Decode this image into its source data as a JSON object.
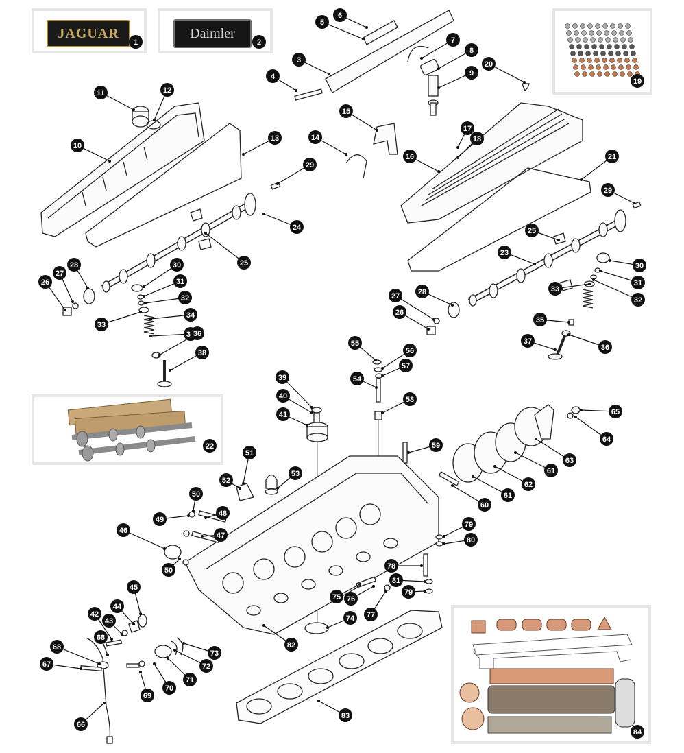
{
  "logos": {
    "jaguar": "JAGUAR",
    "daimler": "Daimler"
  },
  "callouts": [
    {
      "id": "c1",
      "label": "1"
    },
    {
      "id": "c2",
      "label": "2"
    },
    {
      "id": "c3",
      "label": "3"
    },
    {
      "id": "c4",
      "label": "4"
    },
    {
      "id": "c5",
      "label": "5"
    },
    {
      "id": "c6",
      "label": "6"
    },
    {
      "id": "c7",
      "label": "7"
    },
    {
      "id": "c8",
      "label": "8"
    },
    {
      "id": "c9",
      "label": "9"
    },
    {
      "id": "c10",
      "label": "10"
    },
    {
      "id": "c11",
      "label": "11"
    },
    {
      "id": "c12",
      "label": "12"
    },
    {
      "id": "c13",
      "label": "13"
    },
    {
      "id": "c14",
      "label": "14"
    },
    {
      "id": "c15",
      "label": "15"
    },
    {
      "id": "c16",
      "label": "16"
    },
    {
      "id": "c17",
      "label": "17"
    },
    {
      "id": "c18",
      "label": "18"
    },
    {
      "id": "c19",
      "label": "19"
    },
    {
      "id": "c20",
      "label": "20"
    },
    {
      "id": "c21",
      "label": "21"
    },
    {
      "id": "c22",
      "label": "22"
    },
    {
      "id": "c23",
      "label": "23"
    },
    {
      "id": "c24",
      "label": "24"
    },
    {
      "id": "c25a",
      "label": "25"
    },
    {
      "id": "c25b",
      "label": "25"
    },
    {
      "id": "c26a",
      "label": "26"
    },
    {
      "id": "c26b",
      "label": "26"
    },
    {
      "id": "c27a",
      "label": "27"
    },
    {
      "id": "c27b",
      "label": "27"
    },
    {
      "id": "c28a",
      "label": "28"
    },
    {
      "id": "c28b",
      "label": "28"
    },
    {
      "id": "c29a",
      "label": "29"
    },
    {
      "id": "c29b",
      "label": "29"
    },
    {
      "id": "c30a",
      "label": "30"
    },
    {
      "id": "c30b",
      "label": "30"
    },
    {
      "id": "c31a",
      "label": "31"
    },
    {
      "id": "c31b",
      "label": "31"
    },
    {
      "id": "c32a",
      "label": "32"
    },
    {
      "id": "c32b",
      "label": "32"
    },
    {
      "id": "c33a",
      "label": "33"
    },
    {
      "id": "c33b",
      "label": "33"
    },
    {
      "id": "c34a",
      "label": "34"
    },
    {
      "id": "c34b",
      "label": "34"
    },
    {
      "id": "c35",
      "label": "35"
    },
    {
      "id": "c36a",
      "label": "36"
    },
    {
      "id": "c36b",
      "label": "36"
    },
    {
      "id": "c37",
      "label": "37"
    },
    {
      "id": "c38",
      "label": "38"
    },
    {
      "id": "c39",
      "label": "39"
    },
    {
      "id": "c40",
      "label": "40"
    },
    {
      "id": "c41",
      "label": "41"
    },
    {
      "id": "c42",
      "label": "42"
    },
    {
      "id": "c43",
      "label": "43"
    },
    {
      "id": "c44",
      "label": "44"
    },
    {
      "id": "c45",
      "label": "45"
    },
    {
      "id": "c46",
      "label": "46"
    },
    {
      "id": "c47",
      "label": "47"
    },
    {
      "id": "c48",
      "label": "48"
    },
    {
      "id": "c49",
      "label": "49"
    },
    {
      "id": "c50a",
      "label": "50"
    },
    {
      "id": "c50b",
      "label": "50"
    },
    {
      "id": "c51",
      "label": "51"
    },
    {
      "id": "c52",
      "label": "52"
    },
    {
      "id": "c53",
      "label": "53"
    },
    {
      "id": "c54",
      "label": "54"
    },
    {
      "id": "c55",
      "label": "55"
    },
    {
      "id": "c56",
      "label": "56"
    },
    {
      "id": "c57",
      "label": "57"
    },
    {
      "id": "c58",
      "label": "58"
    },
    {
      "id": "c59",
      "label": "59"
    },
    {
      "id": "c60",
      "label": "60"
    },
    {
      "id": "c61a",
      "label": "61"
    },
    {
      "id": "c61b",
      "label": "61"
    },
    {
      "id": "c62",
      "label": "62"
    },
    {
      "id": "c63",
      "label": "63"
    },
    {
      "id": "c64",
      "label": "64"
    },
    {
      "id": "c65",
      "label": "65"
    },
    {
      "id": "c66",
      "label": "66"
    },
    {
      "id": "c67",
      "label": "67"
    },
    {
      "id": "c68a",
      "label": "68"
    },
    {
      "id": "c68b",
      "label": "68"
    },
    {
      "id": "c69",
      "label": "69"
    },
    {
      "id": "c70",
      "label": "70"
    },
    {
      "id": "c71",
      "label": "71"
    },
    {
      "id": "c72",
      "label": "72"
    },
    {
      "id": "c73",
      "label": "73"
    },
    {
      "id": "c74",
      "label": "74"
    },
    {
      "id": "c75",
      "label": "75"
    },
    {
      "id": "c76",
      "label": "76"
    },
    {
      "id": "c77",
      "label": "77"
    },
    {
      "id": "c78",
      "label": "78"
    },
    {
      "id": "c79a",
      "label": "79"
    },
    {
      "id": "c79b",
      "label": "79"
    },
    {
      "id": "c80",
      "label": "80"
    },
    {
      "id": "c81",
      "label": "81"
    },
    {
      "id": "c82",
      "label": "82"
    },
    {
      "id": "c83",
      "label": "83"
    },
    {
      "id": "c84",
      "label": "84"
    }
  ]
}
